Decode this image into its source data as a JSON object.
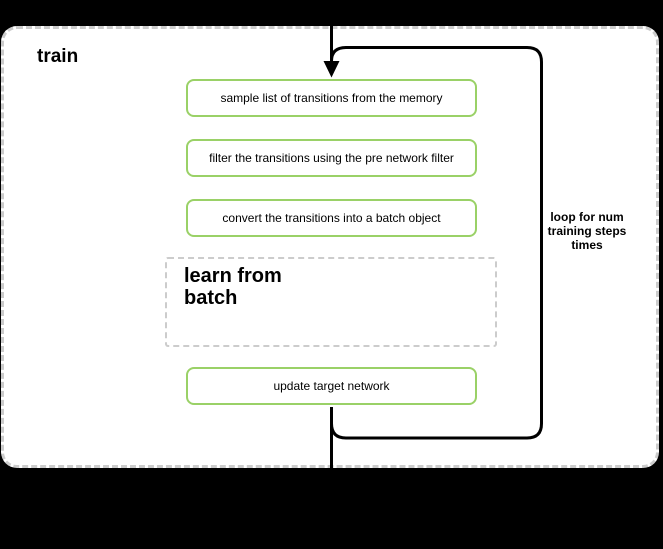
{
  "diagram": {
    "container_label": "train",
    "steps": [
      {
        "label": "sample list of transitions from the memory"
      },
      {
        "label": "filter the transitions using the pre network filter"
      },
      {
        "label": "convert the transitions into a batch object"
      },
      {
        "label": "update target network"
      }
    ],
    "subprocess_label": "learn from batch",
    "loop_annotation": "loop for num training steps times",
    "colors": {
      "step_border": "#9ad167",
      "dashed_border": "#cccccc",
      "line": "#000000",
      "container_bg": "#ffffff",
      "outside_bg": "#000000"
    }
  }
}
